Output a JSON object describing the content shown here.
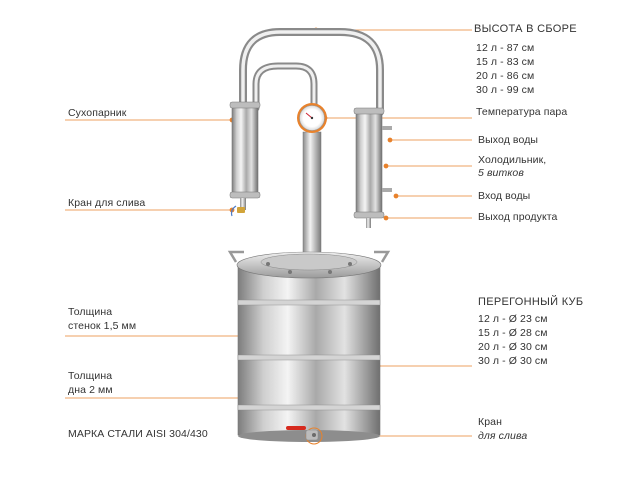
{
  "colors": {
    "leader": "#e8822c",
    "dot": "#e8822c",
    "steel_light": "#e6e6e6",
    "steel_dark": "#8a8a8a",
    "tap_red": "#d62a1e"
  },
  "left_labels": {
    "dry_steamer": "Сухопарник",
    "drain_tap_top": "Кран для слива",
    "wall_thickness": [
      "Толщина",
      "стенок 1,5 мм"
    ],
    "bottom_thickness": [
      "Толщина",
      "дна 2 мм"
    ],
    "steel_grade": "МАРКА СТАЛИ AISI 304/430"
  },
  "assembled_height": {
    "title": "ВЫСОТА В СБОРЕ",
    "rows": [
      "12 л - 87 см",
      "15 л - 83 см",
      "20 л - 86 см",
      "30 л - 99 см"
    ]
  },
  "right_labels": {
    "steam_temp": "Температура пара",
    "water_out": "Выход воды",
    "cooler": "Холодильник,",
    "cooler_note": "5 витков",
    "water_in": "Вход воды",
    "product_out": "Выход продукта"
  },
  "distill_cube": {
    "title": "ПЕРЕГОННЫЙ КУБ",
    "rows": [
      "12 л - Ø 23 см",
      "15 л - Ø 28 см",
      "20 л - Ø 30 см",
      "30 л - Ø 30 см"
    ]
  },
  "drain_tap_bottom": [
    "Кран",
    "для слива"
  ]
}
